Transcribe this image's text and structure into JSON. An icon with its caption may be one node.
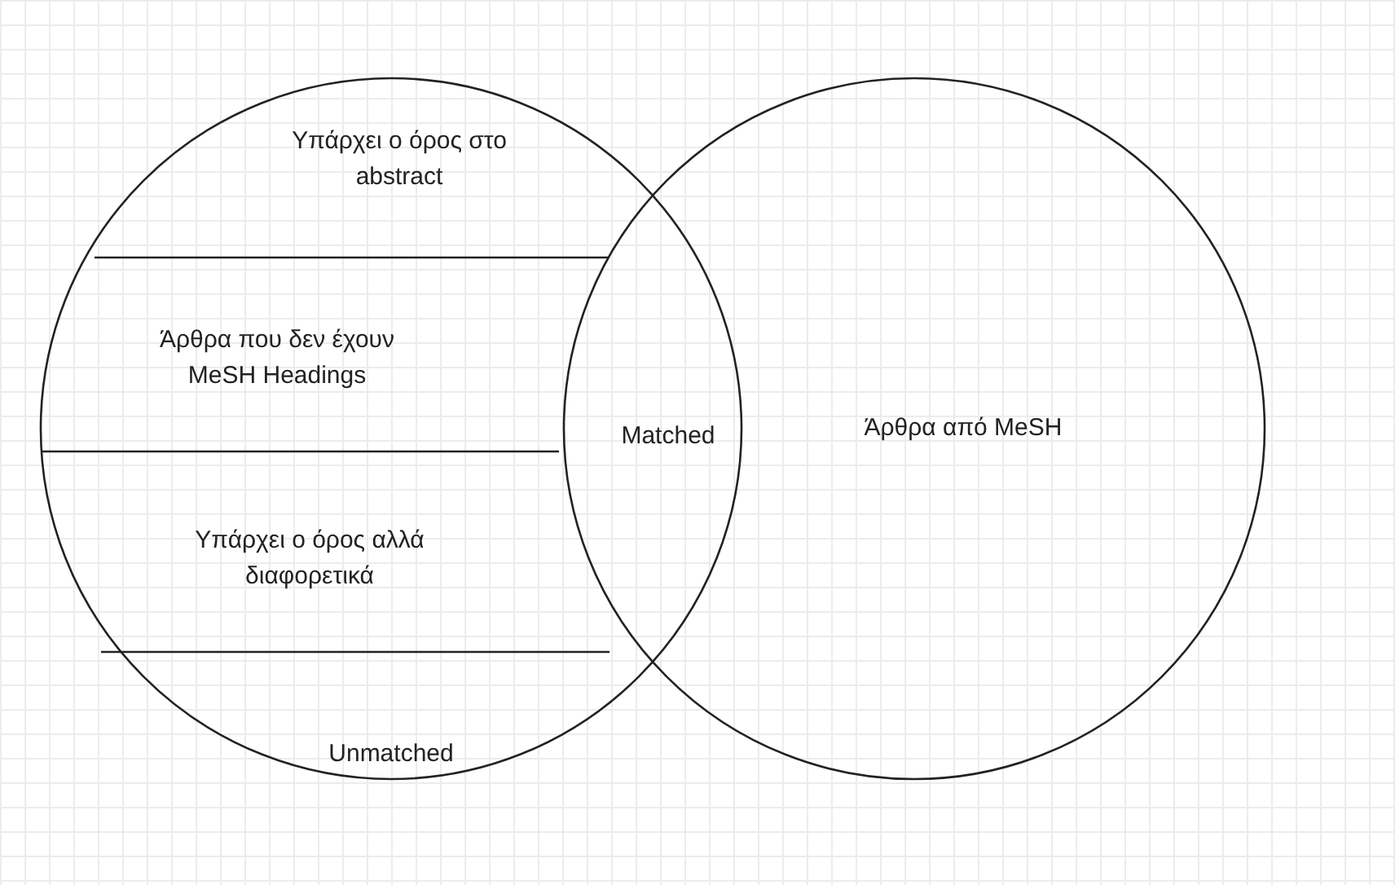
{
  "diagram": {
    "nodes": [
      {
        "text": [],
        "shape": "circle"
      },
      {
        "text": [
          "Υπάρχει ο όρος στο abstract"
        ],
        "in": 0
      },
      {
        "text": [
          "Άρθρα που δεν έχουν MeSH Headings"
        ],
        "in": 0
      },
      {
        "text": [
          "Υπάρχει ο όρος αλλά διαφορετικά"
        ],
        "in": 0
      },
      {
        "text": [
          "Unmatched"
        ],
        "in": 0
      },
      {
        "text": [
          "Matched"
        ]
      },
      {
        "text": [
          "Άρθρα από MeSH"
        ]
      }
    ],
    "edges": []
  }
}
